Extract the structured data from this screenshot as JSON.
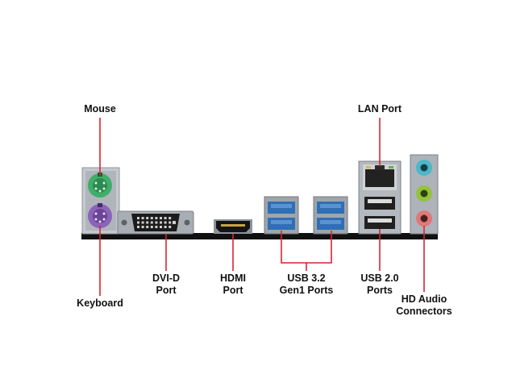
{
  "colors": {
    "leader_line": "#d8242f",
    "label_text": "#111111",
    "ps2_mouse": "#3fae6a",
    "ps2_keyboard": "#8b63b9",
    "usb3_blue": "#2f6fb6",
    "audio_blue": "#4cb8c9",
    "audio_green": "#95c23c",
    "audio_pink": "#e0787a",
    "board_black": "#101010",
    "shield_metal": "#b7bcc2"
  },
  "labels": {
    "mouse": "Mouse",
    "keyboard": "Keyboard",
    "dvi": [
      "DVI-D",
      "Port"
    ],
    "hdmi": [
      "HDMI",
      "Port"
    ],
    "usb32": [
      "USB 3.2",
      "Gen1 Ports"
    ],
    "lan": "LAN Port",
    "usb20": [
      "USB 2.0",
      "Ports"
    ],
    "audio": [
      "HD Audio",
      "Connectors"
    ]
  },
  "ports": [
    {
      "id": "ps2-mouse",
      "icon": "ps2-mini-din-icon",
      "color": "ps2_mouse"
    },
    {
      "id": "ps2-keyboard",
      "icon": "ps2-mini-din-icon",
      "color": "ps2_keyboard"
    },
    {
      "id": "dvi-d",
      "icon": "dvi-connector-icon"
    },
    {
      "id": "hdmi",
      "icon": "hdmi-connector-icon"
    },
    {
      "id": "usb32-gen1",
      "icon": "usb-3-stack-icon",
      "count": 4,
      "color": "usb3_blue"
    },
    {
      "id": "lan",
      "icon": "rj45-jack-icon"
    },
    {
      "id": "usb20",
      "icon": "usb-2-stack-icon",
      "count": 2
    },
    {
      "id": "hd-audio",
      "icon": "audio-jack-icon",
      "count": 3
    }
  ]
}
